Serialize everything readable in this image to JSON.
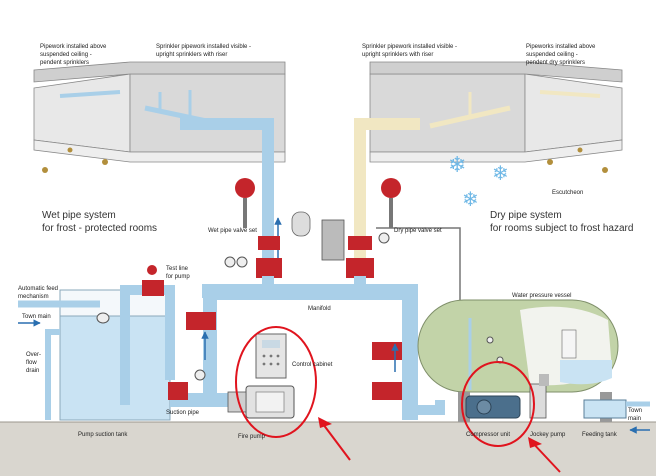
{
  "labels": {
    "pipework_left": [
      "Pipework installed above",
      "suspended ceiling -",
      "pendent sprinklers"
    ],
    "sprinkler_left": [
      "Sprinkler pipework installed visible -",
      "upright sprinklers with riser"
    ],
    "sprinkler_right": [
      "Sprinkler pipework installed visible -",
      "upright sprinklers with riser"
    ],
    "pipework_right": [
      "Pipeworks installed above",
      "suspended ceiling -",
      "pendent dry sprinklers"
    ],
    "escutcheon": "Escutcheon",
    "wet_title": [
      "Wet pipe system",
      "for frost - protected rooms"
    ],
    "dry_title": [
      "Dry pipe system",
      "for rooms subject to frost hazard"
    ],
    "wet_valve_set": "Wet pipe valve set",
    "dry_valve_set": "Dry pipe valve set",
    "automatic_feed": [
      "Automatic feed",
      "mechanism"
    ],
    "town_main_left": "Town main",
    "test_line": [
      "Test line",
      "for pump"
    ],
    "manifold": "Manifold",
    "water_pressure_vessel": "Water pressure vessel",
    "overflow_drain": [
      "Over-",
      "flow",
      "drain"
    ],
    "control_cabinet": "Control cabinet",
    "suction_pipe": "Suction pipe",
    "pump_suction_tank": "Pump suction tank",
    "fire_pump": "Fire pump",
    "compressor_unit": "Compressor unit",
    "jockey_pump": "Jockey pump",
    "feeding_tank": "Feeding tank",
    "town_main_right": [
      "Town",
      "main"
    ]
  },
  "colors": {
    "pipe_wet": "#a9cfe8",
    "pipe_dry": "#f1e7c2",
    "valve_red": "#c4252b",
    "tank_water": "#c9e3f3",
    "vessel_green": "#c2d3a8",
    "ceiling": "#e3e3e3",
    "ground": "#d9d6cf",
    "annotation_red": "#e0141e",
    "snowflake": "#6fb8e6"
  }
}
